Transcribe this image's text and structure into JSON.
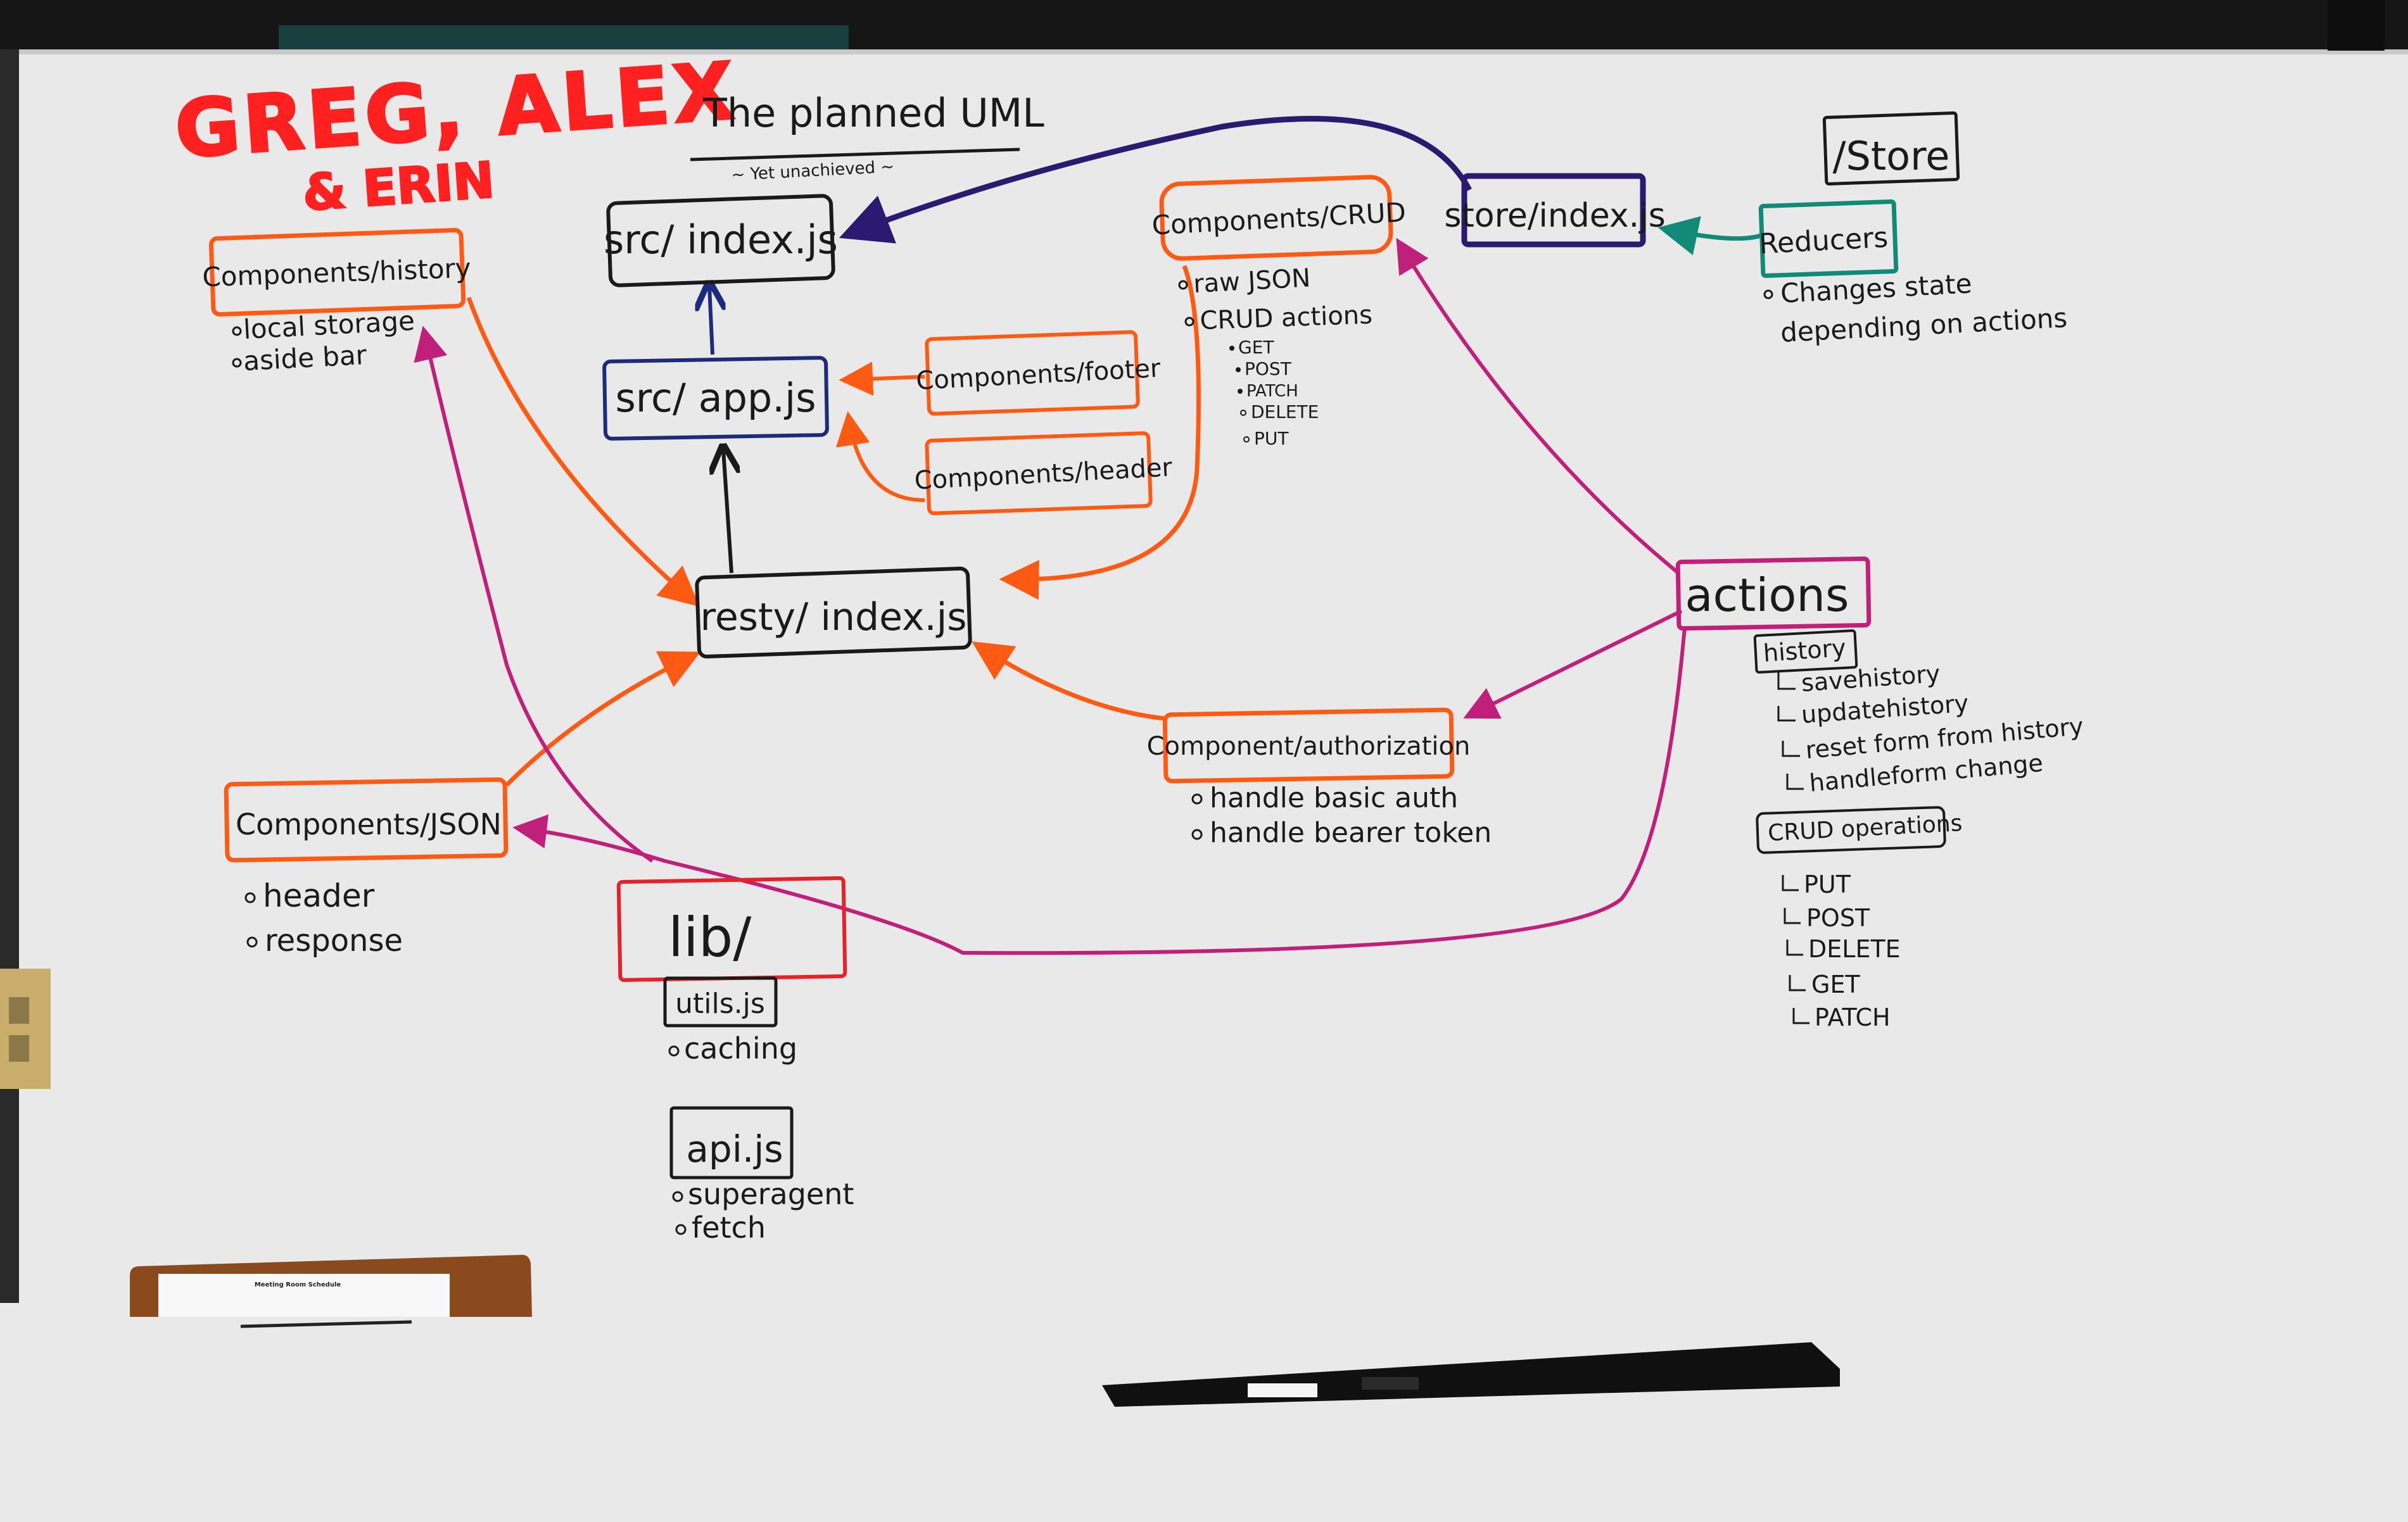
{
  "title": {
    "authors_line1": "GREG, ALEX",
    "authors_line2": "& ERIN",
    "heading": "The planned UML",
    "subheading": "~ Yet unachieved ~"
  },
  "colors": {
    "orange": "#ff5a14",
    "navy": "#1e2a7a",
    "purple": "#2a1a70",
    "magenta": "#c0207a",
    "teal": "#128a78",
    "red": "#e8202a",
    "black": "#1a1a1a",
    "board": "#e9e9e9"
  },
  "nodes": {
    "src_index": {
      "label": "src/ index.js"
    },
    "src_app": {
      "label": "src/ app.js"
    },
    "resty_index": {
      "label": "resty/ index.js"
    },
    "comp_history": {
      "label": "Components/history",
      "notes": [
        "local storage",
        "aside bar"
      ]
    },
    "comp_footer": {
      "label": "Components/footer"
    },
    "comp_header": {
      "label": "Components/header"
    },
    "comp_crud": {
      "label": "Components/CRUD",
      "notes": [
        "raw JSON",
        "CRUD actions"
      ],
      "subnotes": [
        "GET",
        "POST",
        "PATCH",
        "DELETE",
        "PUT"
      ]
    },
    "comp_json": {
      "label": "Components/JSON",
      "notes": [
        "header",
        "response"
      ]
    },
    "comp_auth": {
      "label": "Component/authorization",
      "notes": [
        "handle basic auth",
        "handle bearer token"
      ]
    },
    "lib": {
      "label": "lib/"
    },
    "utils": {
      "label": "utils.js",
      "notes": [
        "caching"
      ]
    },
    "api": {
      "label": "api.js",
      "notes": [
        "superagent",
        "fetch"
      ]
    },
    "store_index": {
      "label": "store/index.js"
    },
    "store": {
      "label": "/Store"
    },
    "reducers": {
      "label": "Reducers",
      "notes": [
        "Changes state",
        "depending on actions"
      ]
    },
    "actions": {
      "label": "actions",
      "history_label": "history",
      "history_items": [
        "savehistory",
        "updatehistory",
        "reset form from history",
        "handleform change"
      ],
      "crud_label": "CRUD operations",
      "crud_items": [
        "PUT",
        "POST",
        "DELETE",
        "GET",
        "PATCH"
      ]
    }
  },
  "schedule_sign": {
    "title": "Meeting Room Schedule"
  }
}
